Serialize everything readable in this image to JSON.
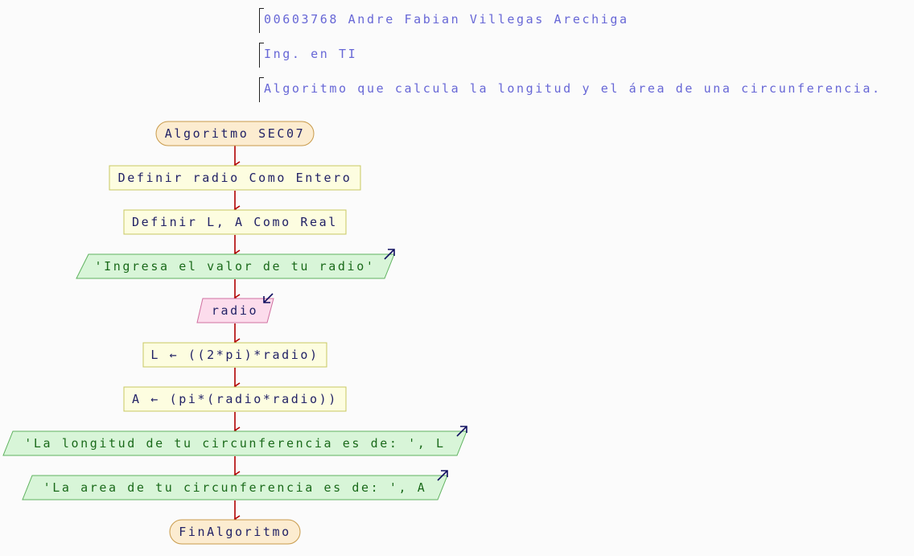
{
  "header": {
    "comment_1": "00603768 Andre Fabian Villegas Arechiga",
    "comment_2": "Ing. en TI",
    "comment_3": "Algoritmo que calcula la longitud y el área de una circunferencia."
  },
  "flow": {
    "start": "Algoritmo SEC07",
    "def_radio": "Definir radio Como Entero",
    "def_la": "Definir L, A Como Real",
    "out_prompt": "'Ingresa el valor de tu radio'",
    "in_radio": "radio",
    "assign_l": "L ← ((2*pi)*radio)",
    "assign_a": "A ← (pi*(radio*radio))",
    "out_length": "'La longitud de tu circunferencia es de: ', L",
    "out_area": "'La area de tu circunferencia es de: ', A",
    "end": "FinAlgoritmo"
  },
  "colors": {
    "terminal_fill": "#fcecd0",
    "terminal_stroke": "#c89a4a",
    "process_fill": "#fdfde0",
    "process_stroke": "#c8c860",
    "output_fill": "#d8f5d8",
    "output_stroke": "#5fb25f",
    "input_fill": "#fcdcec",
    "input_stroke": "#d070a0",
    "arrow": "#b00000",
    "comment_text": "#6767d6",
    "node_text": "#222266",
    "number": "#c07000"
  }
}
